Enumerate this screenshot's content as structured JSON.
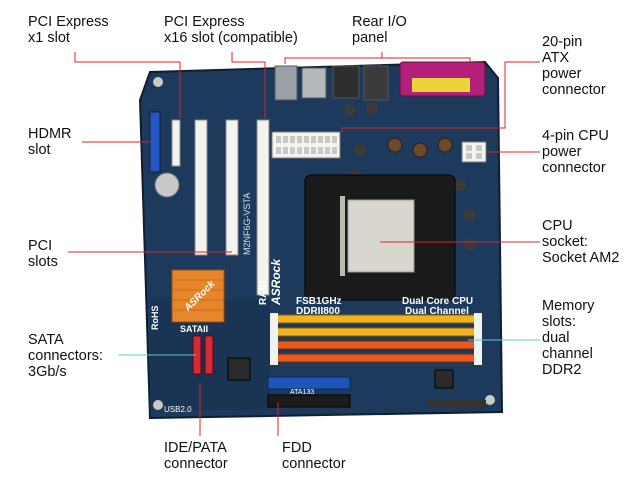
{
  "colors": {
    "board": "#1d3a5c",
    "board_dark": "#14283f",
    "leader_red": "#d7262b",
    "leader_cyan": "#5fc7e0",
    "chipset": "#e8862b",
    "dimm_yellow": "#f0b323",
    "dimm_orange": "#e85a1e",
    "pci_white": "#f2f2ee",
    "socket": "#d9d6ce"
  },
  "board_text": {
    "model": "M2NF6G-VSTA",
    "brand": "ASRock",
    "chipset_brand": "ASRock",
    "fsb": "FSB1GHz",
    "ddr": "DDRII800",
    "dual_core": "Dual Core CPU",
    "dual_channel": "Dual Channel",
    "rohs": "RoHS",
    "sata": "SATAII",
    "raid": "RAID",
    "usb": "USB2.0",
    "ata": "ATA133"
  },
  "labels": {
    "pcie_x1": [
      "PCI Express",
      "x1 slot"
    ],
    "pcie_x16": [
      "PCI Express",
      "x16 slot (compatible)"
    ],
    "rear_io": [
      "Rear I/O",
      "panel"
    ],
    "atx20": [
      "20-pin",
      "ATX",
      "power",
      "connector"
    ],
    "hdmr": [
      "HDMR",
      "slot"
    ],
    "cpu4pin": [
      "4-pin CPU",
      "power",
      "connector"
    ],
    "cpu_socket": [
      "CPU",
      "socket:",
      "Socket AM2"
    ],
    "pci_slots": [
      "PCI",
      "slots"
    ],
    "memory": [
      "Memory",
      "slots:",
      "dual",
      "channel",
      "DDR2"
    ],
    "sata": [
      "SATA",
      "connectors:",
      "3Gb/s"
    ],
    "ide": [
      "IDE/PATA",
      "connector"
    ],
    "fdd": [
      "FDD",
      "connector"
    ]
  }
}
